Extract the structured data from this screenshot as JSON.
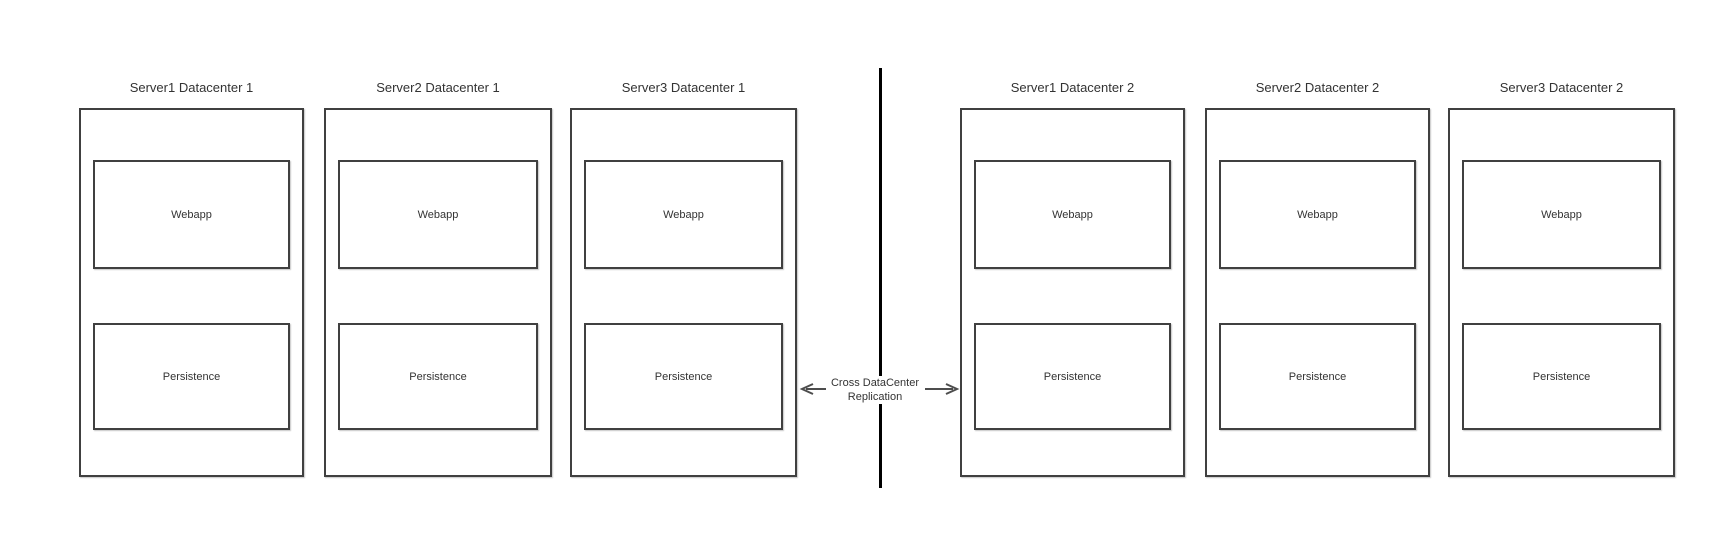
{
  "colors": {
    "background": "#ffffff",
    "box_border": "#404040",
    "divider": "#000000",
    "arrow": "#4d4d4d",
    "text": "#333333"
  },
  "servers": [
    {
      "title": "Server1 Datacenter 1",
      "webapp_label": "Webapp",
      "persistence_label": "Persistence"
    },
    {
      "title": "Server2 Datacenter 1",
      "webapp_label": "Webapp",
      "persistence_label": "Persistence"
    },
    {
      "title": "Server3 Datacenter 1",
      "webapp_label": "Webapp",
      "persistence_label": "Persistence"
    },
    {
      "title": "Server1 Datacenter 2",
      "webapp_label": "Webapp",
      "persistence_label": "Persistence"
    },
    {
      "title": "Server2 Datacenter 2",
      "webapp_label": "Webapp",
      "persistence_label": "Persistence"
    },
    {
      "title": "Server3 Datacenter 2",
      "webapp_label": "Webapp",
      "persistence_label": "Persistence"
    }
  ],
  "replication": {
    "line1": "Cross DataCenter",
    "line2": "Replication"
  }
}
